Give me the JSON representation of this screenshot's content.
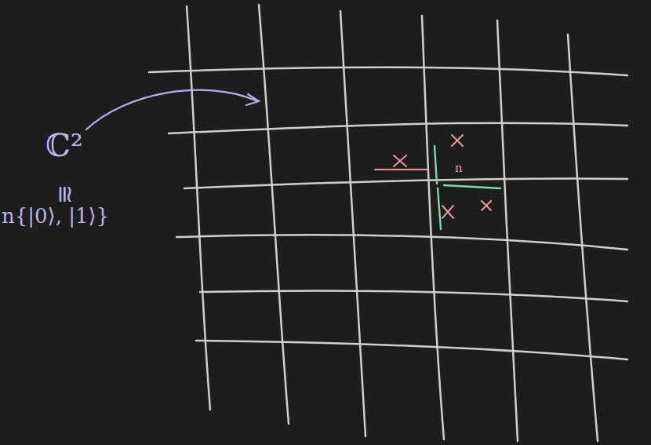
{
  "diagram": {
    "labels": [
      "ℂ²",
      "≅",
      "n{|0⟩, |1⟩}",
      "n"
    ]
  }
}
